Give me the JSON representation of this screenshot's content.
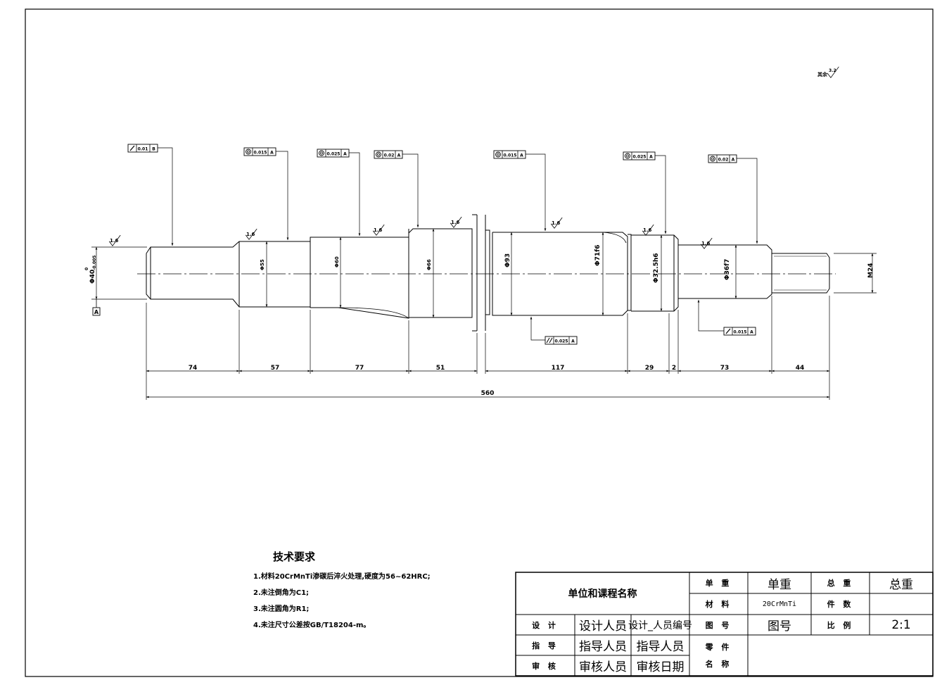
{
  "drawing": {
    "roughness_mark": "1.6",
    "corner_note_label": "其余",
    "corner_note_value": "3.2",
    "dimensions": {
      "seg1": "74",
      "seg2": "57",
      "seg3": "77",
      "seg4": "51",
      "seg5": "117",
      "seg6": "29",
      "seg7": "2",
      "seg8": "73",
      "seg9": "44",
      "total": "560"
    },
    "diameters": {
      "d1": "Φ40",
      "d1_tol_upper": "0",
      "d1_tol_lower": "-0.005",
      "d2": "Φ55",
      "d3": "Φ60",
      "d4": "Φ66",
      "d5": "Φ93",
      "d6": "Φ71f6",
      "d7": "Φ32.5h6",
      "d8": "Φ36f7",
      "d9": "M24"
    },
    "datums": {
      "a": "A"
    },
    "fcf": {
      "f1": {
        "tol": "0.01",
        "datum": "B"
      },
      "f2": {
        "tol": "0.015",
        "datum": "A"
      },
      "f3": {
        "tol": "0.025",
        "datum": "A"
      },
      "f4": {
        "tol": "0.02",
        "datum": "A"
      },
      "f5": {
        "tol": "0.015",
        "datum": "A"
      },
      "f6": {
        "tol": "0.025",
        "datum": "A"
      },
      "f7": {
        "tol": "0.02",
        "datum": "A"
      },
      "f8": {
        "tol": "0.025",
        "datum": "A"
      },
      "f9": {
        "tol": "0.015",
        "datum": "A"
      }
    }
  },
  "requirements": {
    "title": "技术要求",
    "items": [
      "1.材料20CrMnTi渗碳后淬火处理,硬度为56~62HRC;",
      "2.未注倒角为C1;",
      "3.未注圆角为R1;",
      "4.未注尺寸公差按GB/T18204-m。"
    ]
  },
  "title_block": {
    "unit_name": "单位和课程名称",
    "unit_weight_label": "单 重",
    "unit_weight_value": "单重",
    "total_weight_label": "总 重",
    "total_weight_value": "总重",
    "material_label": "材 料",
    "material_value": "20CrMnTi",
    "quantity_label": "件 数",
    "quantity_value": "",
    "design_label": "设 计",
    "designer": "设计人员",
    "designer_no": "设计_人员编号",
    "drawing_no_label": "图 号",
    "drawing_no_value": "图号",
    "scale_label": "比 例",
    "scale_value": "2:1",
    "guide_label": "指 导",
    "guide_person": "指导人员",
    "guide_person2": "指导人员",
    "part_label_1": "零 件",
    "part_label_2": "名 称",
    "part_name": "",
    "review_label": "审 核",
    "reviewer": "审核人员",
    "review_date": "审核日期"
  }
}
